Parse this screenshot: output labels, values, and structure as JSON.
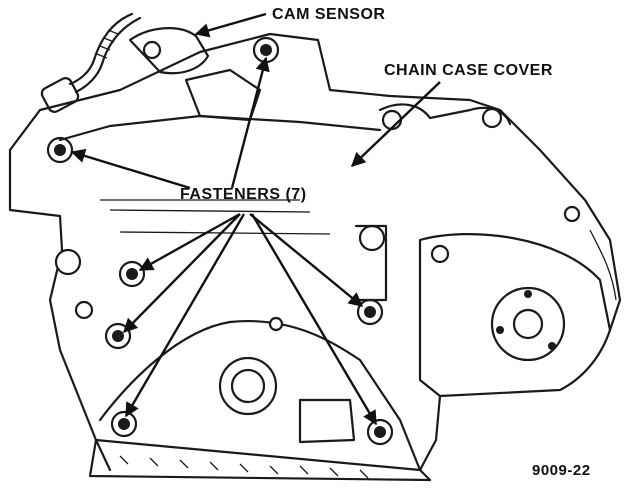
{
  "labels": {
    "cam_sensor": "CAM SENSOR",
    "chain_case_cover": "CHAIN CASE COVER",
    "fasteners": "FASTENERS (7)",
    "figure_number": "9009-22"
  },
  "colors": {
    "ink": "#1a1a1a",
    "background": "#ffffff"
  }
}
